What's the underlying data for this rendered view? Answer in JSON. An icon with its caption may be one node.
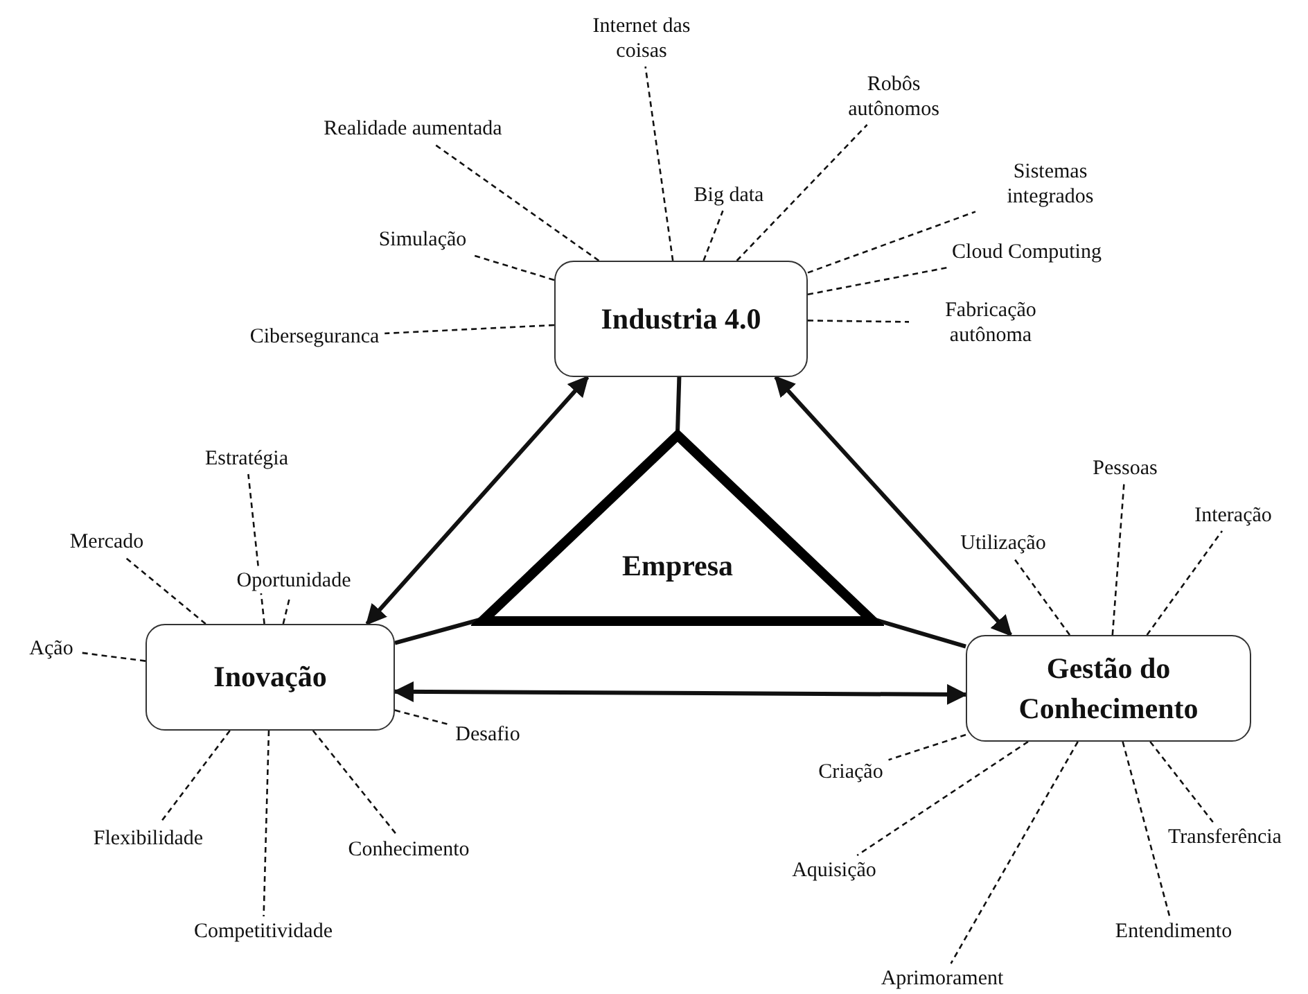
{
  "diagram": {
    "nodes": [
      {
        "text": [
          "Industria 4.0"
        ]
      },
      {
        "text": [
          "Inovação"
        ]
      },
      {
        "text": [
          "Gestão do Conhecimento"
        ]
      },
      {
        "text": [
          "Empresa"
        ]
      },
      {
        "text": [
          "Internet das coisas"
        ]
      },
      {
        "text": [
          "Realidade aumentada"
        ]
      },
      {
        "text": [
          "Robôs autônomos"
        ]
      },
      {
        "text": [
          "Big data"
        ]
      },
      {
        "text": [
          "Sistemas integrados"
        ]
      },
      {
        "text": [
          "Simulação"
        ]
      },
      {
        "text": [
          "Cloud Computing"
        ]
      },
      {
        "text": [
          "Ciberseguranca"
        ]
      },
      {
        "text": [
          "Fabricação autônoma"
        ]
      },
      {
        "text": [
          "Estratégia"
        ]
      },
      {
        "text": [
          "Mercado"
        ]
      },
      {
        "text": [
          "Oportunidade"
        ]
      },
      {
        "text": [
          "Ação"
        ]
      },
      {
        "text": [
          "Desafio"
        ]
      },
      {
        "text": [
          "Flexibilidade"
        ]
      },
      {
        "text": [
          "Conhecimento"
        ]
      },
      {
        "text": [
          "Competitividade"
        ]
      },
      {
        "text": [
          "Pessoas"
        ]
      },
      {
        "text": [
          "Utilização"
        ]
      },
      {
        "text": [
          "Interação"
        ]
      },
      {
        "text": [
          "Criação"
        ]
      },
      {
        "text": [
          "Transferência"
        ]
      },
      {
        "text": [
          "Aquisição"
        ]
      },
      {
        "text": [
          "Entendimento"
        ]
      },
      {
        "text": [
          "Aprimorament"
        ]
      }
    ],
    "edges": [
      {
        "from": 0,
        "to": 1,
        "arrow": "both",
        "style": "thick"
      },
      {
        "from": 0,
        "to": 2,
        "arrow": "both",
        "style": "thick"
      },
      {
        "from": 1,
        "to": 2,
        "arrow": "both",
        "style": "thick"
      },
      {
        "from": 0,
        "to": 3,
        "arrow": "none",
        "style": "thick"
      },
      {
        "from": 3,
        "to": 1,
        "arrow": "none",
        "style": "thick"
      },
      {
        "from": 3,
        "to": 2,
        "arrow": "none",
        "style": "thick"
      },
      {
        "from": 0,
        "to": 4,
        "arrow": "none",
        "style": "dashed"
      },
      {
        "from": 0,
        "to": 5,
        "arrow": "none",
        "style": "dashed"
      },
      {
        "from": 0,
        "to": 6,
        "arrow": "none",
        "style": "dashed"
      },
      {
        "from": 0,
        "to": 7,
        "arrow": "none",
        "style": "dashed"
      },
      {
        "from": 0,
        "to": 8,
        "arrow": "none",
        "style": "dashed"
      },
      {
        "from": 0,
        "to": 9,
        "arrow": "none",
        "style": "dashed"
      },
      {
        "from": 0,
        "to": 10,
        "arrow": "none",
        "style": "dashed"
      },
      {
        "from": 0,
        "to": 11,
        "arrow": "none",
        "style": "dashed"
      },
      {
        "from": 0,
        "to": 12,
        "arrow": "none",
        "style": "dashed"
      },
      {
        "from": 1,
        "to": 13,
        "arrow": "none",
        "style": "dashed"
      },
      {
        "from": 1,
        "to": 14,
        "arrow": "none",
        "style": "dashed"
      },
      {
        "from": 1,
        "to": 15,
        "arrow": "none",
        "style": "dashed"
      },
      {
        "from": 1,
        "to": 16,
        "arrow": "none",
        "style": "dashed"
      },
      {
        "from": 1,
        "to": 17,
        "arrow": "none",
        "style": "dashed"
      },
      {
        "from": 1,
        "to": 18,
        "arrow": "none",
        "style": "dashed"
      },
      {
        "from": 1,
        "to": 19,
        "arrow": "none",
        "style": "dashed"
      },
      {
        "from": 1,
        "to": 20,
        "arrow": "none",
        "style": "dashed"
      },
      {
        "from": 2,
        "to": 21,
        "arrow": "none",
        "style": "dashed"
      },
      {
        "from": 2,
        "to": 22,
        "arrow": "none",
        "style": "dashed"
      },
      {
        "from": 2,
        "to": 23,
        "arrow": "none",
        "style": "dashed"
      },
      {
        "from": 2,
        "to": 24,
        "arrow": "none",
        "style": "dashed"
      },
      {
        "from": 2,
        "to": 25,
        "arrow": "none",
        "style": "dashed"
      },
      {
        "from": 2,
        "to": 26,
        "arrow": "none",
        "style": "dashed"
      },
      {
        "from": 2,
        "to": 27,
        "arrow": "none",
        "style": "dashed"
      },
      {
        "from": 2,
        "to": 28,
        "arrow": "none",
        "style": "dashed"
      }
    ]
  }
}
